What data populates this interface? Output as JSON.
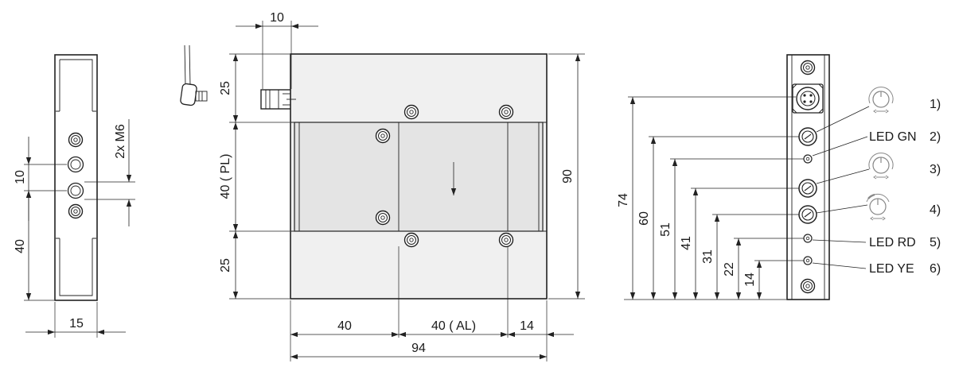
{
  "dimensions": {
    "side_slot_10": "10",
    "side_thread": "2x M6",
    "side_40": "40",
    "side_width_15": "15",
    "front_connector_10": "10",
    "front_top_25": "25",
    "front_pl": "40 ( PL)",
    "front_bottom_25": "25",
    "front_height_90": "90",
    "front_40_left": "40",
    "front_al": "40 ( AL)",
    "front_14": "14",
    "front_total_94": "94"
  },
  "right_view": {
    "heights": [
      "74",
      "60",
      "51",
      "41",
      "31",
      "22",
      "14"
    ],
    "callouts": [
      {
        "label": "",
        "num": "1)",
        "icon": "potentiometer-icon"
      },
      {
        "label": "LED GN",
        "num": "2)",
        "icon": ""
      },
      {
        "label": "",
        "num": "3)",
        "icon": "potentiometer-icon"
      },
      {
        "label": "",
        "num": "4)",
        "icon": "rotary-switch-icon"
      },
      {
        "label": "LED RD",
        "num": "5)",
        "icon": ""
      },
      {
        "label": "LED YE",
        "num": "6)",
        "icon": ""
      }
    ]
  },
  "colors": {
    "line": "#222222",
    "housing_fill": "#f0f0f0",
    "panel_fill": "#e4e4e4"
  }
}
